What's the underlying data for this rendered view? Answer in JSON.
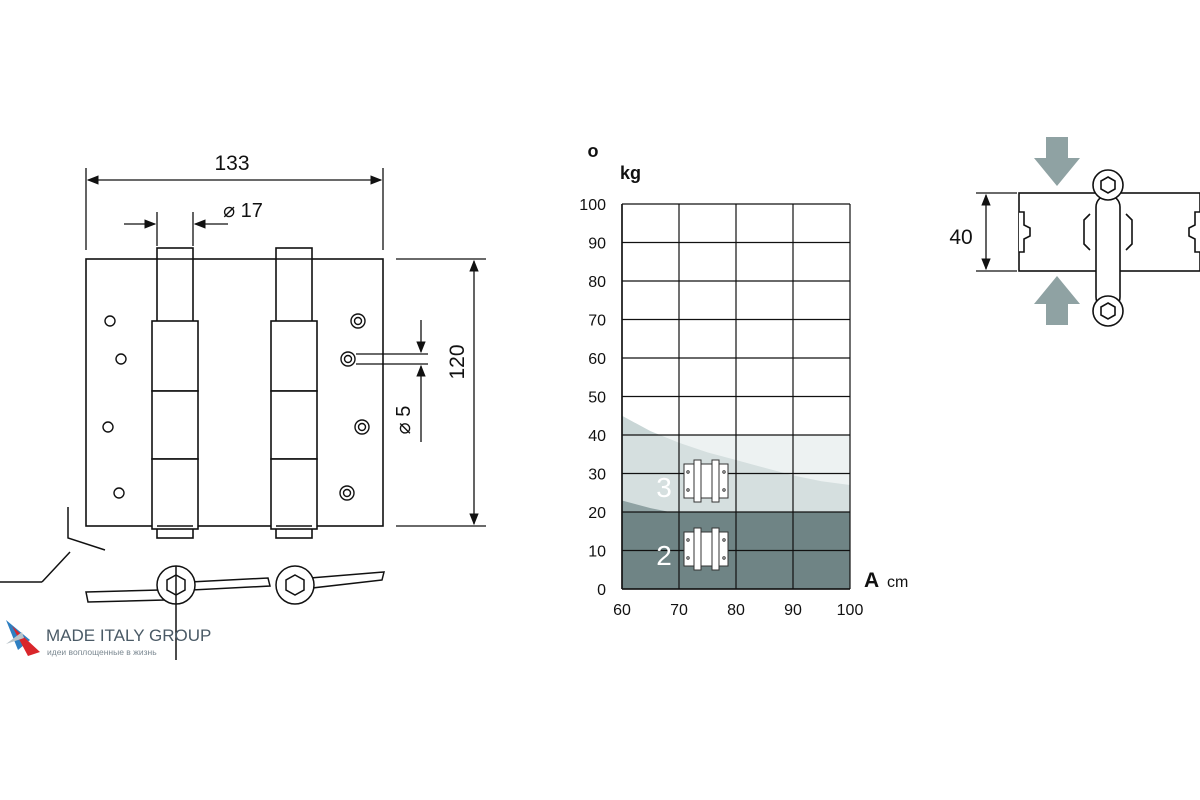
{
  "drawing": {
    "width_dim": "133",
    "height_dim": "120",
    "knuckle_dim": "⌀ 17",
    "hole_dim": "⌀ 5",
    "side_dim": "40"
  },
  "logo": {
    "name": "MADE ITALY GROUP",
    "tagline": "идеи воплощенные в жизнь"
  },
  "chart_data": {
    "type": "area",
    "title": "",
    "marker": "o",
    "ylabel": "kg",
    "xlabel_letter": "A",
    "xlabel_unit": "cm",
    "xlim": [
      60,
      100
    ],
    "ylim": [
      0,
      100
    ],
    "x_ticks": [
      60,
      70,
      80,
      90,
      100
    ],
    "y_ticks": [
      0,
      10,
      20,
      30,
      40,
      50,
      60,
      70,
      80,
      90,
      100
    ],
    "grid": true,
    "series": [
      {
        "name": "3",
        "color": "#c9d6d6",
        "x": [
          60,
          65,
          70,
          75,
          80,
          85,
          90,
          95,
          100
        ],
        "y": [
          45,
          41,
          38,
          35.5,
          33.5,
          31.5,
          29.5,
          28,
          27
        ]
      },
      {
        "name": "2",
        "color": "#8fa2a3",
        "x": [
          60,
          65,
          70,
          75,
          80,
          85,
          90,
          95,
          100
        ],
        "y": [
          23,
          21,
          19.5,
          18,
          16.5,
          15.5,
          14.5,
          13.5,
          13
        ]
      }
    ],
    "bands": [
      {
        "name": "3",
        "y_from": 0,
        "y_to": 40,
        "color": "#dfe7e7"
      },
      {
        "name": "2",
        "y_from": 0,
        "y_to": 20,
        "color": "#6f8485"
      }
    ]
  },
  "colors": {
    "line": "#111111",
    "arrow": "#8fa2a3",
    "logo_blue": "#2f7fc1",
    "logo_red": "#d9262b",
    "logo_text": "#4a5a66"
  }
}
